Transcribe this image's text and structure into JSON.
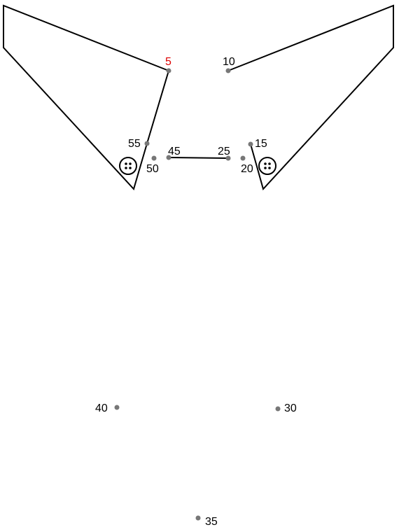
{
  "puzzle": {
    "type": "connect-the-dots",
    "line_color": "#000000",
    "dot_color": "#777777",
    "start_label_color": "#dd0000",
    "label_color": "#000000",
    "dots": [
      {
        "label": "5",
        "start": true
      },
      {
        "label": "10"
      },
      {
        "label": "15"
      },
      {
        "label": "20"
      },
      {
        "label": "25"
      },
      {
        "label": "30"
      },
      {
        "label": "35"
      },
      {
        "label": "40"
      },
      {
        "label": "45"
      },
      {
        "label": "50"
      },
      {
        "label": "55"
      }
    ]
  }
}
